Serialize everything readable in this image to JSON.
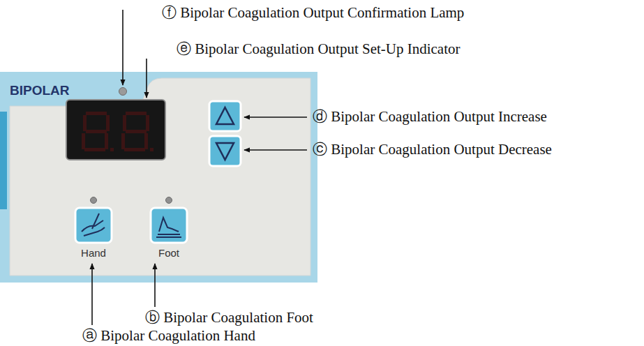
{
  "diagram": {
    "labels": [
      "ⓕ Bipolar Coagulation Output Confirmation Lamp",
      "ⓔ Bipolar Coagulation Output Set-Up Indicator",
      "ⓓ Bipolar Coagulation Output Increase",
      "ⓒ Bipolar Coagulation Output Decrease",
      "BIPOLAR",
      "Hand",
      "Foot",
      "ⓑ Bipolar Coagulation Foot",
      "ⓐ Bipolar Coagulation Hand"
    ]
  }
}
